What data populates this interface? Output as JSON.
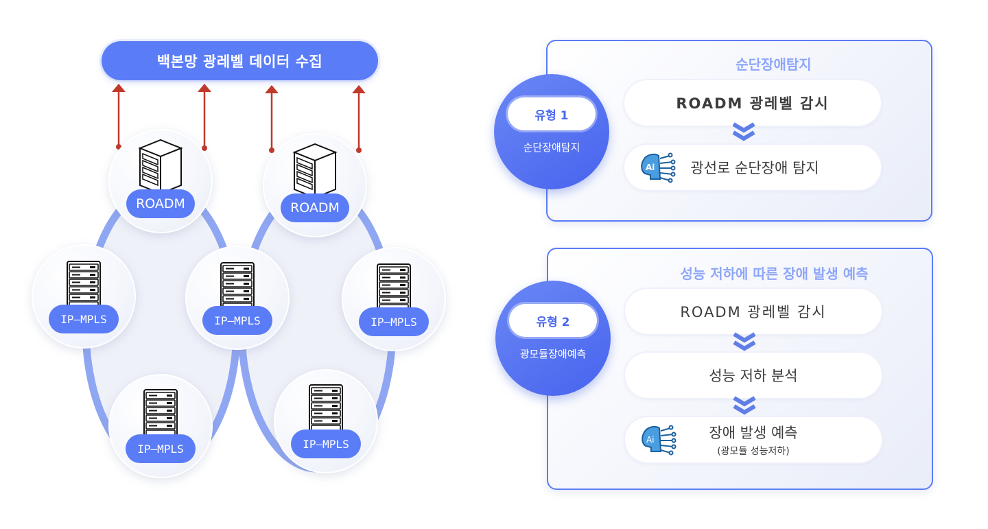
{
  "collector": {
    "label": "백본망 광레벨 데이터 수집"
  },
  "network": {
    "roadm_nodes": [
      {
        "label": "ROADM",
        "icon": "server-tower-icon"
      },
      {
        "label": "ROADM",
        "icon": "server-tower-icon"
      }
    ],
    "ipmpls_nodes": [
      {
        "label": "IP—MPLS",
        "icon": "server-rack-icon"
      },
      {
        "label": "IP—MPLS",
        "icon": "server-rack-icon"
      },
      {
        "label": "IP—MPLS",
        "icon": "server-rack-icon"
      },
      {
        "label": "IP—MPLS",
        "icon": "server-rack-icon"
      },
      {
        "label": "IP—MPLS",
        "icon": "server-rack-icon"
      }
    ],
    "arrow_color": "#c0392b",
    "ring_color": "#8fa6f2",
    "accent_color": "#5a7cf7"
  },
  "types": [
    {
      "badge": "유형 1",
      "badge_desc": "순단장애탐지",
      "title": "순단장애탐지",
      "steps": [
        {
          "label": "ROADM 광레벨 감시"
        },
        {
          "label": "광선로 순단장애 탐지",
          "icon": "ai-head-icon"
        }
      ]
    },
    {
      "badge": "유형 2",
      "badge_desc": "광모듈장애예측",
      "title": "성능 저하에 따른 장애 발생 예측",
      "steps": [
        {
          "label": "ROADM 광레벨 감시"
        },
        {
          "label": "성능 저하 분석"
        },
        {
          "label": "장애 발생 예측",
          "sub": "(광모듈 성능저하)",
          "icon": "ai-head-icon"
        }
      ]
    }
  ]
}
